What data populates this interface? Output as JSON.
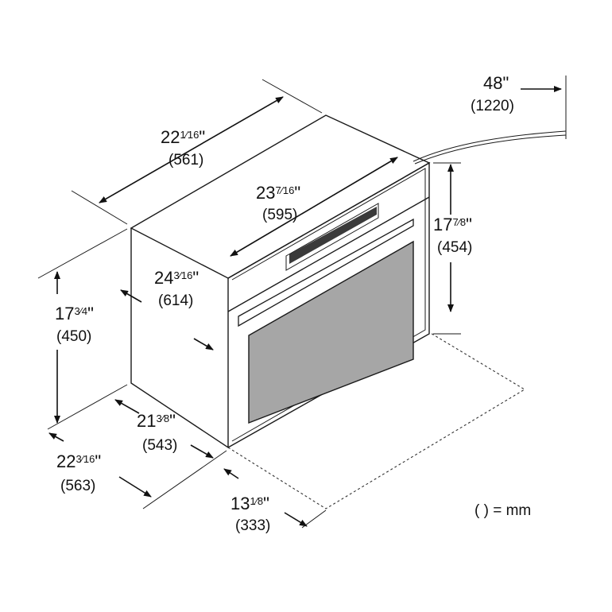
{
  "dimensions": {
    "top_depth": {
      "whole": "22",
      "frac": "1⁄16",
      "unit": "\"",
      "mm": "(561)"
    },
    "front_width": {
      "whole": "23",
      "frac": "7⁄16",
      "unit": "\"",
      "mm": "(595)"
    },
    "side_depth": {
      "whole": "24",
      "frac": "3⁄16",
      "unit": "\"",
      "mm": "(614)"
    },
    "front_height": {
      "whole": "17",
      "frac": "7⁄8",
      "unit": "\"",
      "mm": "(454)"
    },
    "side_height": {
      "whole": "17",
      "frac": "3⁄4",
      "unit": "\"",
      "mm": "(450)"
    },
    "bottom_depth": {
      "whole": "21",
      "frac": "3⁄8",
      "unit": "\"",
      "mm": "(543)"
    },
    "overall_depth": {
      "whole": "22",
      "frac": "3⁄16",
      "unit": "\"",
      "mm": "(563)"
    },
    "cutout": {
      "whole": "13",
      "frac": "1⁄8",
      "unit": "\"",
      "mm": "(333)"
    },
    "cord": {
      "whole": "48",
      "frac": "",
      "unit": "\"",
      "mm": "(1220)"
    }
  },
  "legend": "( ) = mm",
  "colors": {
    "line": "#1a1a1a",
    "window": "#a6a6a6",
    "panel": "#3a3a3a"
  }
}
